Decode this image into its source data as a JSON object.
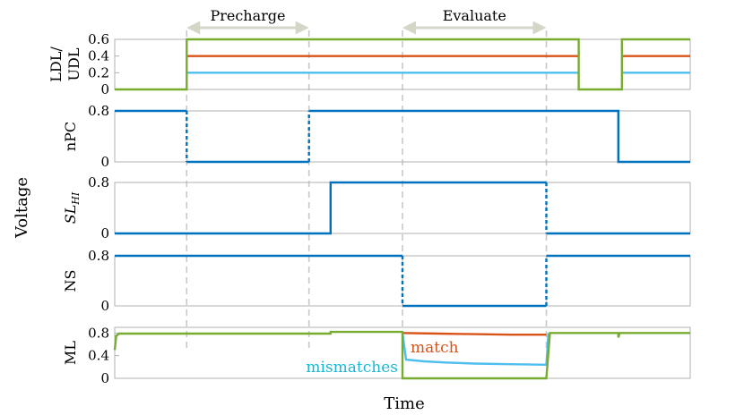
{
  "figure": {
    "ylabel": "Voltage",
    "xlabel": "Time",
    "phases": [
      {
        "label": "Precharge",
        "start": 1.0,
        "end": 2.7
      },
      {
        "label": "Evaluate",
        "start": 4.0,
        "end": 6.0
      }
    ],
    "annotations": [
      {
        "text": "match",
        "color": "#d95319"
      },
      {
        "text": "mismatches",
        "color": "#1ab7d4"
      }
    ],
    "colors": {
      "blue": "#0072bd",
      "orange": "#d95319",
      "lightblue": "#4dbeee",
      "green": "#77ac30",
      "cyan_text": "#1ab7d4"
    }
  },
  "chart_data": [
    {
      "type": "line",
      "ylabel": "LDL/ UDL",
      "ylabel_lines": [
        "LDL/",
        "UDL"
      ],
      "xlim": [
        0,
        8
      ],
      "ylim": [
        0,
        0.6
      ],
      "yticks": [
        "0",
        "0.2",
        "0.4",
        "0.6"
      ],
      "series": [
        {
          "color": "#d95319",
          "x": [
            1.0,
            6.45
          ],
          "y": [
            0.4,
            0.4
          ],
          "dashed": false
        },
        {
          "color": "#d95319",
          "x": [
            7.05,
            8.0
          ],
          "y": [
            0.4,
            0.4
          ],
          "dashed": false
        },
        {
          "color": "#4dbeee",
          "x": [
            1.0,
            6.45
          ],
          "y": [
            0.2,
            0.2
          ],
          "dashed": false
        },
        {
          "color": "#4dbeee",
          "x": [
            7.05,
            8.0
          ],
          "y": [
            0.2,
            0.2
          ],
          "dashed": false
        },
        {
          "color": "#77ac30",
          "x": [
            0,
            1.0,
            1.0,
            6.45,
            6.45,
            7.05,
            7.05,
            8.0
          ],
          "y": [
            0,
            0,
            0.6,
            0.6,
            0,
            0,
            0.6,
            0.6
          ],
          "dashed": false
        }
      ]
    },
    {
      "type": "line",
      "ylabel": "nPC",
      "xlim": [
        0,
        8
      ],
      "ylim": [
        0,
        0.8
      ],
      "yticks": [
        "0",
        "0.8"
      ],
      "series": [
        {
          "color": "#0072bd",
          "x": [
            0,
            1.0
          ],
          "y": [
            0.8,
            0.8
          ],
          "dashed": false
        },
        {
          "color": "#0072bd",
          "x": [
            1.0,
            1.0
          ],
          "y": [
            0.8,
            0
          ],
          "dashed": true
        },
        {
          "color": "#0072bd",
          "x": [
            1.0,
            2.7
          ],
          "y": [
            0,
            0
          ],
          "dashed": false
        },
        {
          "color": "#0072bd",
          "x": [
            2.7,
            2.7
          ],
          "y": [
            0,
            0.8
          ],
          "dashed": true
        },
        {
          "color": "#0072bd",
          "x": [
            2.7,
            7.0,
            7.0,
            8.0
          ],
          "y": [
            0.8,
            0.8,
            0,
            0
          ],
          "dashed": false
        }
      ]
    },
    {
      "type": "line",
      "ylabel": "SL_HI",
      "ylabel_main": "SL",
      "ylabel_sub": "HI",
      "xlim": [
        0,
        8
      ],
      "ylim": [
        0,
        0.8
      ],
      "yticks": [
        "0",
        "0.8"
      ],
      "series": [
        {
          "color": "#0072bd",
          "x": [
            0,
            3.0,
            3.0,
            6.0
          ],
          "y": [
            0,
            0,
            0.8,
            0.8
          ],
          "dashed": false
        },
        {
          "color": "#0072bd",
          "x": [
            6.0,
            6.0
          ],
          "y": [
            0.8,
            0
          ],
          "dashed": true
        },
        {
          "color": "#0072bd",
          "x": [
            6.0,
            8.0
          ],
          "y": [
            0,
            0
          ],
          "dashed": false
        }
      ]
    },
    {
      "type": "line",
      "ylabel": "NS",
      "xlim": [
        0,
        8
      ],
      "ylim": [
        0,
        0.8
      ],
      "yticks": [
        "0",
        "0.8"
      ],
      "series": [
        {
          "color": "#0072bd",
          "x": [
            0,
            4.0
          ],
          "y": [
            0.8,
            0.8
          ],
          "dashed": false
        },
        {
          "color": "#0072bd",
          "x": [
            4.0,
            4.0
          ],
          "y": [
            0.8,
            0
          ],
          "dashed": true
        },
        {
          "color": "#0072bd",
          "x": [
            4.0,
            6.0
          ],
          "y": [
            0,
            0
          ],
          "dashed": false
        },
        {
          "color": "#0072bd",
          "x": [
            6.0,
            6.0
          ],
          "y": [
            0,
            0.8
          ],
          "dashed": true
        },
        {
          "color": "#0072bd",
          "x": [
            6.0,
            8.0
          ],
          "y": [
            0.8,
            0.8
          ],
          "dashed": false
        }
      ]
    },
    {
      "type": "line",
      "ylabel": "ML",
      "xlim": [
        0,
        8
      ],
      "ylim": [
        0,
        0.9
      ],
      "yticks": [
        "0",
        "0.4",
        "0.8"
      ],
      "series": [
        {
          "color": "#d95319",
          "x": [
            4.0,
            4.5,
            5.0,
            5.5,
            6.0
          ],
          "y": [
            0.8,
            0.79,
            0.78,
            0.77,
            0.77
          ],
          "dashed": false
        },
        {
          "color": "#4dbeee",
          "x": [
            4.0,
            4.05,
            4.3,
            4.6,
            5.0,
            5.5,
            6.0,
            6.03
          ],
          "y": [
            0.8,
            0.33,
            0.3,
            0.28,
            0.26,
            0.25,
            0.24,
            0.8
          ],
          "dashed": false
        },
        {
          "color": "#77ac30",
          "x": [
            0,
            0.02,
            0.06,
            3.0,
            3.0,
            4.0,
            4.0,
            6.0,
            6.05,
            7.0,
            7.0,
            7.02,
            8.0
          ],
          "y": [
            0.5,
            0.75,
            0.79,
            0.79,
            0.82,
            0.82,
            0,
            0,
            0.8,
            0.8,
            0.72,
            0.8,
            0.8
          ],
          "dashed": false
        }
      ]
    }
  ]
}
